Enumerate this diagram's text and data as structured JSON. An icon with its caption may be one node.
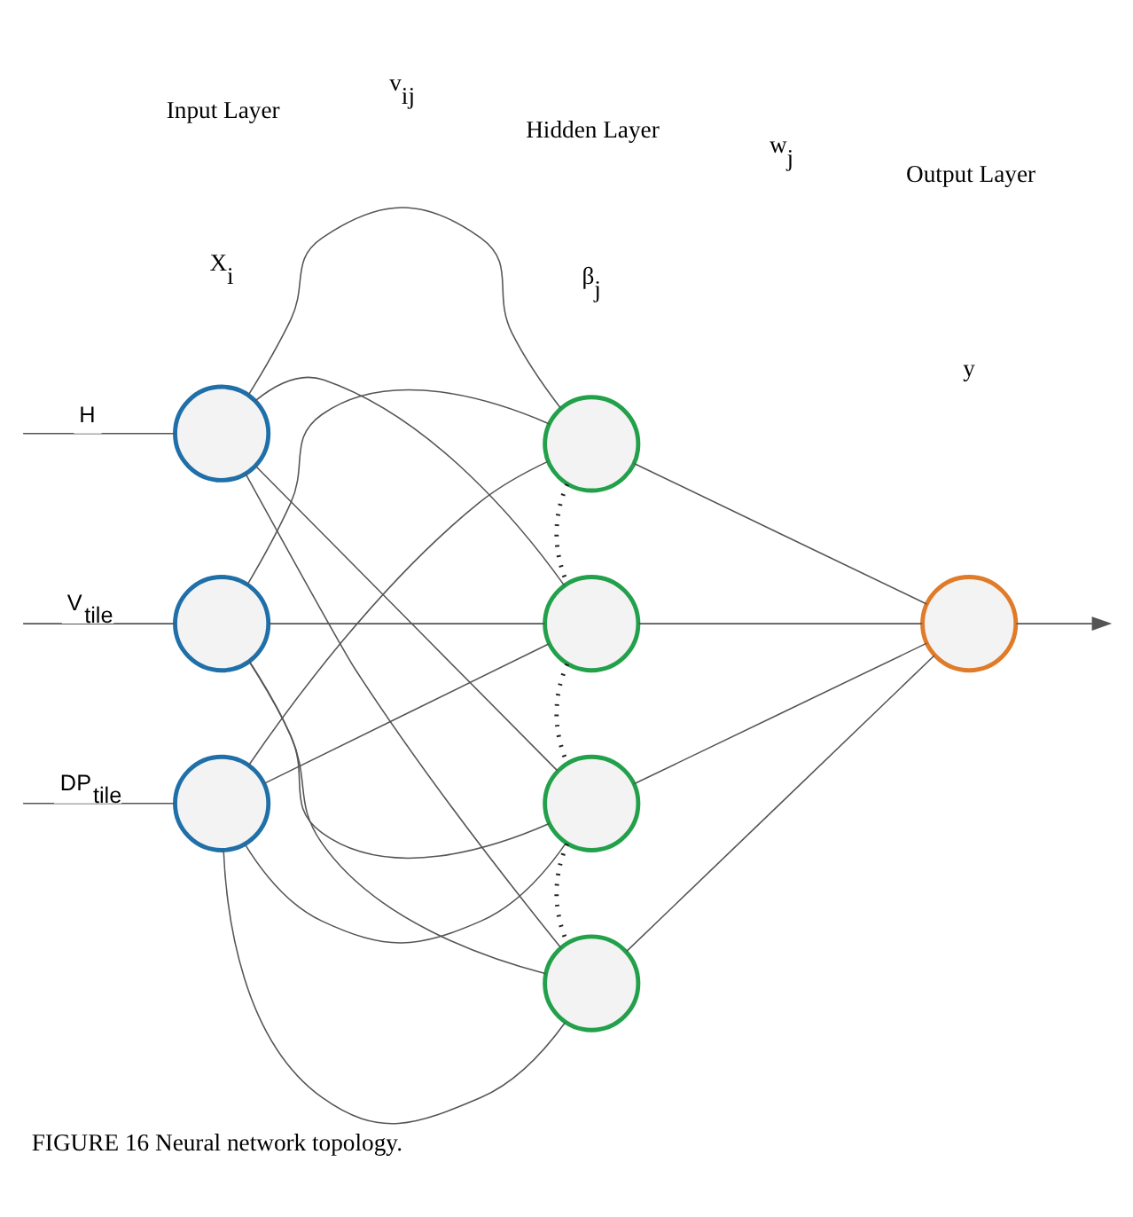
{
  "diagram": {
    "caption": "FIGURE 16 Neural network topology.",
    "nodes": [
      {
        "text": [],
        "shape": "circle"
      },
      {
        "text": [],
        "shape": "circle"
      },
      {
        "text": [],
        "shape": "circle"
      },
      {
        "text": [],
        "shape": "circle"
      },
      {
        "text": [],
        "shape": "circle"
      },
      {
        "text": [],
        "shape": "circle"
      },
      {
        "text": [],
        "shape": "circle"
      },
      {
        "text": [],
        "shape": "circle"
      }
    ],
    "edges": [
      {
        "from": null,
        "to": 0,
        "arrow": "none",
        "label": "H"
      },
      {
        "from": null,
        "to": 1,
        "arrow": "none",
        "label": "V$_{tile}$"
      },
      {
        "from": null,
        "to": 2,
        "arrow": "none",
        "label": "DP$_{tile}$"
      },
      {
        "from": 0,
        "to": 3,
        "arrow": "none"
      },
      {
        "from": 0,
        "to": 4,
        "arrow": "none"
      },
      {
        "from": 0,
        "to": 5,
        "arrow": "none"
      },
      {
        "from": 0,
        "to": 6,
        "arrow": "none"
      },
      {
        "from": 1,
        "to": 3,
        "arrow": "none"
      },
      {
        "from": 1,
        "to": 4,
        "arrow": "none"
      },
      {
        "from": 1,
        "to": 5,
        "arrow": "none"
      },
      {
        "from": 1,
        "to": 6,
        "arrow": "none"
      },
      {
        "from": 2,
        "to": 3,
        "arrow": "none"
      },
      {
        "from": 2,
        "to": 4,
        "arrow": "none"
      },
      {
        "from": 2,
        "to": 5,
        "arrow": "none"
      },
      {
        "from": 2,
        "to": 6,
        "arrow": "none"
      },
      {
        "from": 3,
        "to": 4,
        "arrow": "none",
        "style": "dashed"
      },
      {
        "from": 4,
        "to": 5,
        "arrow": "none",
        "style": "dashed"
      },
      {
        "from": 5,
        "to": 6,
        "arrow": "none",
        "style": "dashed"
      },
      {
        "from": 3,
        "to": 7,
        "arrow": "none"
      },
      {
        "from": 4,
        "to": 7,
        "arrow": "none"
      },
      {
        "from": 5,
        "to": 7,
        "arrow": "none"
      },
      {
        "from": 6,
        "to": 7,
        "arrow": "none"
      },
      {
        "from": 7,
        "to": null,
        "arrow": "to"
      }
    ],
    "labels": [
      "Hidden Layer",
      "β$_{j}$",
      "Input Layer",
      "X$_{i}$",
      "v$_{ij}$",
      "w$_{j}$",
      "Output Layer",
      "y"
    ]
  }
}
